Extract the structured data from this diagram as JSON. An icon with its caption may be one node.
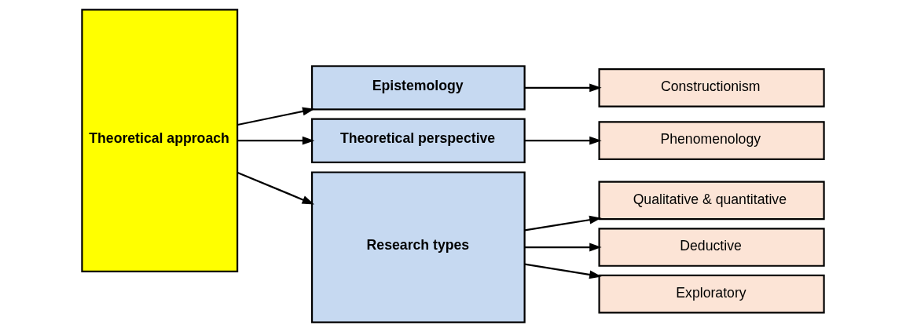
{
  "diagram": {
    "nodes": [
      {
        "text": [
          "Theoretical approach"
        ]
      },
      {
        "text": [
          "Epistemology"
        ]
      },
      {
        "text": [
          "Theoretical perspective"
        ]
      },
      {
        "text": [
          "Research types"
        ]
      },
      {
        "text": [
          "Constructionism"
        ]
      },
      {
        "text": [
          "Phenomenology"
        ]
      },
      {
        "text": [
          "Qualitative & quantitative"
        ]
      },
      {
        "text": [
          "Deductive"
        ]
      },
      {
        "text": [
          "Exploratory"
        ]
      }
    ],
    "edges": [
      {
        "from": 0,
        "to": 1,
        "arrow": "to"
      },
      {
        "from": 0,
        "to": 2,
        "arrow": "to"
      },
      {
        "from": 0,
        "to": 3,
        "arrow": "to"
      },
      {
        "from": 1,
        "to": 4,
        "arrow": "to"
      },
      {
        "from": 2,
        "to": 5,
        "arrow": "to"
      },
      {
        "from": 3,
        "to": 6,
        "arrow": "to"
      },
      {
        "from": 3,
        "to": 7,
        "arrow": "to"
      },
      {
        "from": 3,
        "to": 8,
        "arrow": "to"
      }
    ]
  }
}
